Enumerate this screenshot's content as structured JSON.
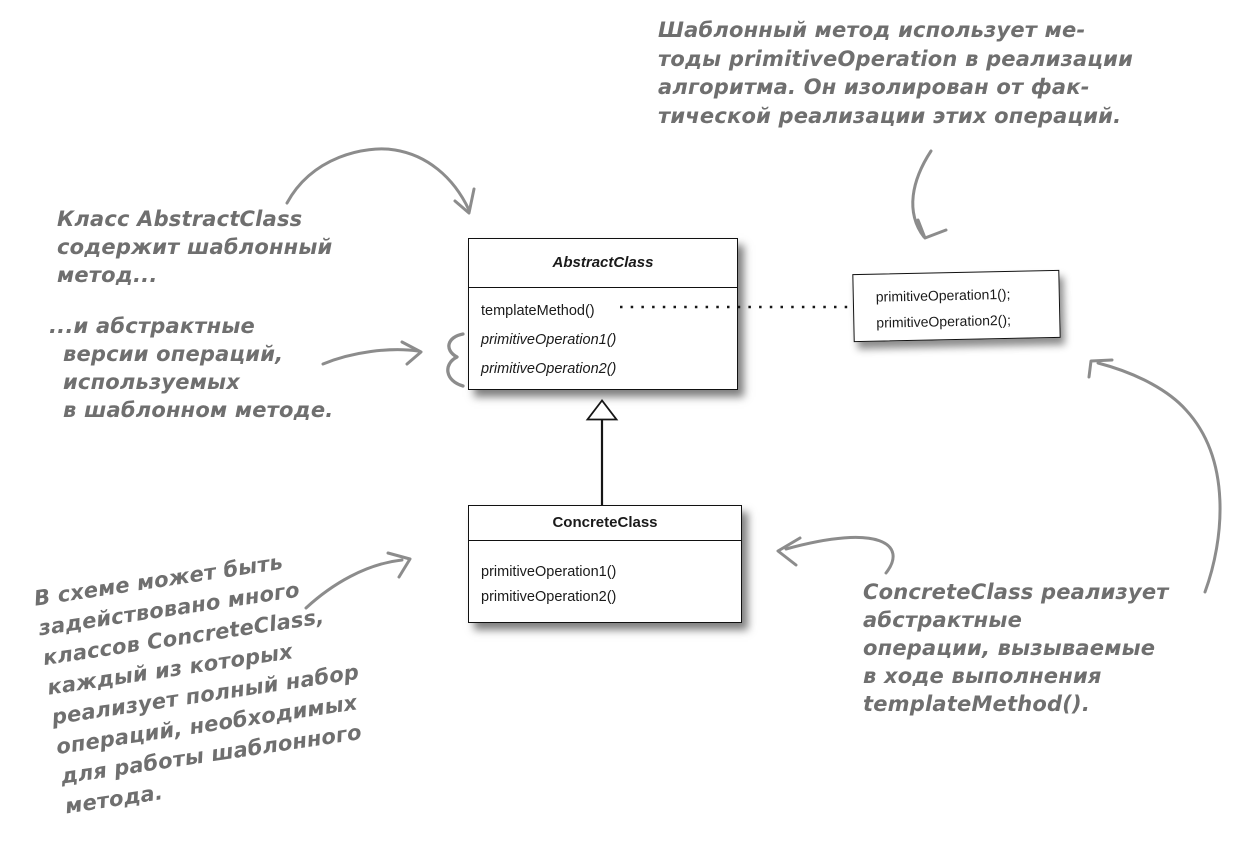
{
  "colors": {
    "handwriting": "#6f6f6f",
    "arrow": "#8c8c8c",
    "uml_text": "#1a1a1a",
    "box_background": "#ffffff",
    "box_border": "#111111"
  },
  "uml": {
    "abstract_class": {
      "title": "AbstractClass",
      "methods": [
        {
          "label": "templateMethod()",
          "italic": false
        },
        {
          "label": "primitiveOperation1()",
          "italic": true
        },
        {
          "label": "primitiveOperation2()",
          "italic": true
        }
      ]
    },
    "concrete_class": {
      "title": "ConcreteClass",
      "methods": [
        {
          "label": "primitiveOperation1()",
          "italic": false
        },
        {
          "label": "primitiveOperation2()",
          "italic": false
        }
      ]
    },
    "code_note": {
      "lines": [
        "primitiveOperation1();",
        "primitiveOperation2();"
      ]
    }
  },
  "annotations": {
    "top_right": {
      "lines": [
        "Шаблонный метод использует ме-",
        "тоды primitiveOperation в реализации",
        "алгоритма. Он изолирован от фак-",
        "тической реализации этих операций."
      ]
    },
    "left_top": {
      "lines": [
        "Класс AbstractClass",
        "содержит шаблонный",
        "метод..."
      ]
    },
    "left_mid": {
      "lines": [
        "...и абстрактные",
        "версии операций,",
        "используемых",
        "в шаблонном методе."
      ]
    },
    "bottom_left": {
      "lines": [
        "В схеме может быть",
        "задействовано много",
        "классов ConcreteClass,",
        "каждый из которых",
        "реализует полный набор",
        "операций, необходимых",
        "для работы шаблонного",
        "метода."
      ]
    },
    "bottom_right": {
      "lines": [
        "ConcreteClass реализует",
        "абстрактные",
        "операции, вызываемые",
        "в ходе выполнения",
        "templateMethod()."
      ]
    }
  }
}
